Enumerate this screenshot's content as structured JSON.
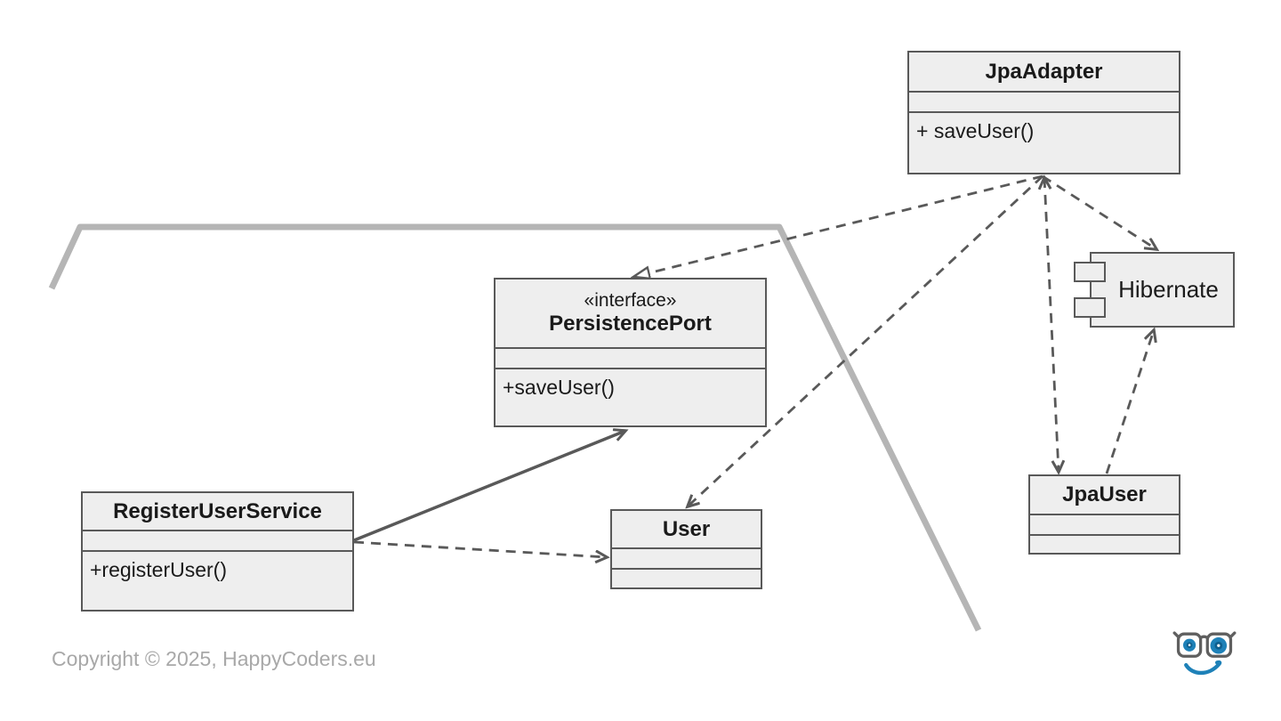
{
  "page": {
    "background": "#ffffff"
  },
  "diagram": {
    "nodes": {
      "jpaAdapter": {
        "title": "JpaAdapter",
        "method": "+ saveUser()"
      },
      "persistencePort": {
        "stereotype": "«interface»",
        "title": "PersistencePort",
        "method": "+saveUser()"
      },
      "registerUserService": {
        "title": "RegisterUserService",
        "method": "+registerUser()"
      },
      "user": {
        "title": "User"
      },
      "jpaUser": {
        "title": "JpaUser"
      },
      "hibernate": {
        "title": "Hibernate"
      }
    },
    "relationships": [
      {
        "from": "JpaAdapter",
        "to": "PersistencePort",
        "type": "realization",
        "line": "dashed",
        "head": "hollow-triangle"
      },
      {
        "from": "JpaAdapter",
        "to": "User",
        "type": "dependency",
        "line": "dashed",
        "head": "open-arrow"
      },
      {
        "from": "JpaAdapter",
        "to": "JpaUser",
        "type": "dependency",
        "line": "dashed",
        "head": "open-arrow-both-ends"
      },
      {
        "from": "JpaAdapter",
        "to": "Hibernate",
        "type": "dependency",
        "line": "dashed",
        "head": "open-arrow"
      },
      {
        "from": "JpaUser",
        "to": "Hibernate",
        "type": "dependency",
        "line": "dashed",
        "head": "open-arrow"
      },
      {
        "from": "RegisterUserService",
        "to": "PersistencePort",
        "type": "association",
        "line": "solid",
        "head": "open-arrow"
      },
      {
        "from": "RegisterUserService",
        "to": "User",
        "type": "dependency",
        "line": "dashed",
        "head": "open-arrow"
      }
    ],
    "boundary": {
      "name": "hexagon-edge-fragment",
      "color": "#b5b5b5"
    }
  },
  "colors": {
    "box_fill": "#eeeeee",
    "box_border": "#595959",
    "arrow": "#595959",
    "hexagon": "#b5b5b5",
    "copyright_text": "#a8a8a8",
    "logo_blue": "#1e81b8",
    "logo_frame": "#5f5f5f"
  },
  "footer": {
    "copyright": "Copyright © 2025, HappyCoders.eu"
  }
}
